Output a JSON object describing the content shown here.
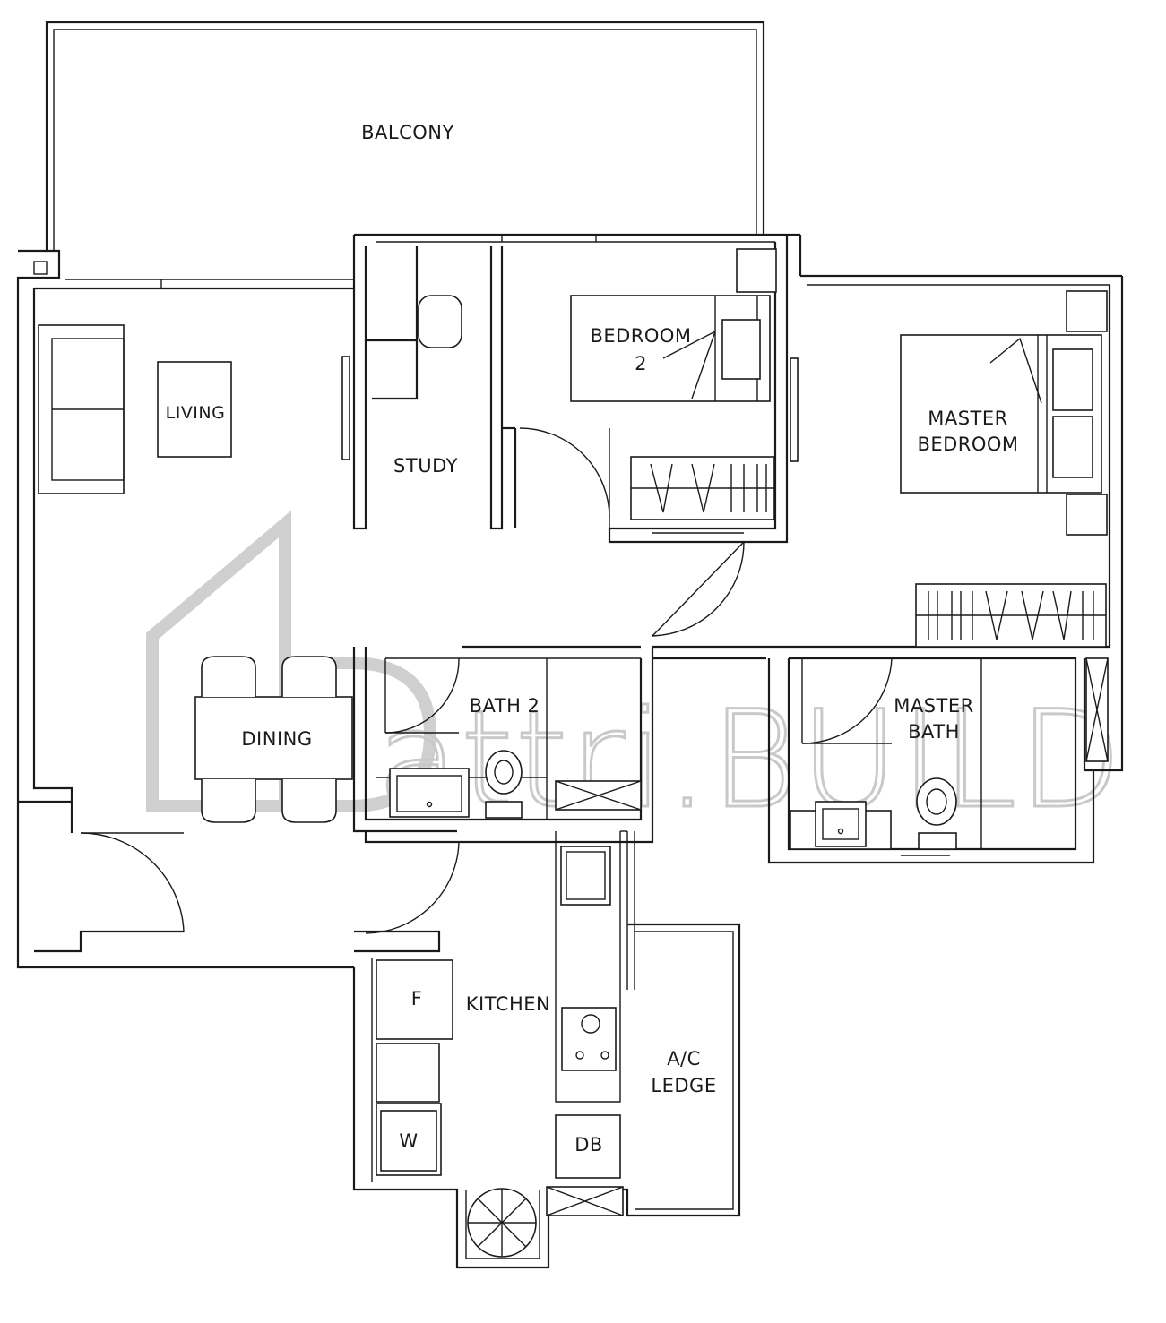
{
  "rooms": {
    "balcony": "BALCONY",
    "living": "LIVING",
    "study": "STUDY",
    "bedroom2_line1": "BEDROOM",
    "bedroom2_line2": "2",
    "master_bedroom_line1": "MASTER",
    "master_bedroom_line2": "BEDROOM",
    "bath2": "BATH 2",
    "master_bath_line1": "MASTER",
    "master_bath_line2": "BATH",
    "dining": "DINING",
    "kitchen": "KITCHEN",
    "ac_ledge_line1": "A/C",
    "ac_ledge_line2": "LEDGE"
  },
  "fixtures": {
    "fridge": "F",
    "washer": "W",
    "distribution_board": "DB"
  },
  "watermark": {
    "text": "attri.BUILD"
  }
}
